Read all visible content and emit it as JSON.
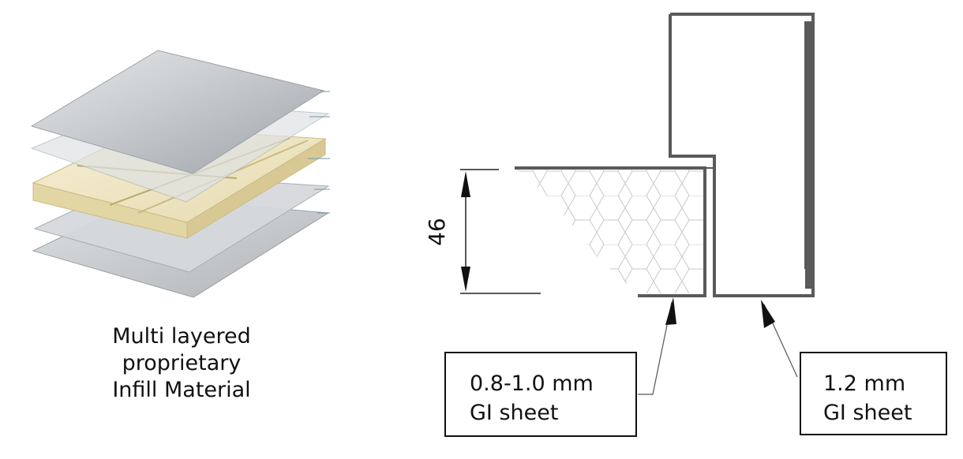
{
  "figure": {
    "panel_left": {
      "illustration": "layered-panel-illustration",
      "caption_lines": [
        "Multi layered",
        "proprietary",
        "Infill Material"
      ]
    },
    "panel_right": {
      "dimension_label": "46",
      "callouts": [
        {
          "id": "left",
          "lines": [
            "0.8-1.0 mm",
            "GI sheet"
          ]
        },
        {
          "id": "right",
          "lines": [
            "1.2 mm",
            "GI sheet"
          ]
        }
      ]
    },
    "colors": {
      "sheet_metal": "#b9bdc1",
      "sheet_metal_dark": "#8c9094",
      "infill": "#efe6c4",
      "infill_side": "#d9cc9c",
      "frame_line": "#5a5a5a",
      "text": "#111111"
    }
  }
}
